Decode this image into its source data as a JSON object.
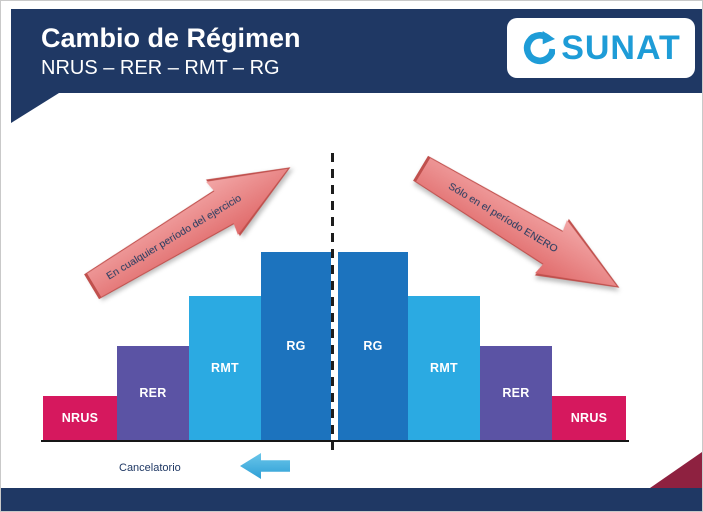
{
  "header": {
    "title": "Cambio de Régimen",
    "subtitle": "NRUS – RER – RMT – RG",
    "logo_text": "SUNAT"
  },
  "diagram": {
    "left_arrow_label": "En cualquier período del ejercicio",
    "right_arrow_label": "Sólo en el período ENERO",
    "bars_left": [
      {
        "label": "NRUS",
        "color": "#D6185E"
      },
      {
        "label": "RER",
        "color": "#5B53A4"
      },
      {
        "label": "RMT",
        "color": "#2BAAE2"
      },
      {
        "label": "RG",
        "color": "#1C73BE"
      }
    ],
    "bars_right": [
      {
        "label": "RG",
        "color": "#1C73BE"
      },
      {
        "label": "RMT",
        "color": "#2BAAE2"
      },
      {
        "label": "RER",
        "color": "#5B53A4"
      },
      {
        "label": "NRUS",
        "color": "#D6185E"
      }
    ],
    "footer_note": "Cancelatorio"
  },
  "colors": {
    "navy": "#1F3864",
    "nrus": "#D6185E",
    "rer": "#5B53A4",
    "rmt": "#2BAAE2",
    "rg": "#1C73BE",
    "logo": "#1E9CD7",
    "maroon": "#8E2140",
    "arrow-light": "#F2A6A6",
    "arrow-dark": "#E06A6A",
    "arrow-stroke": "#C0504D",
    "blue-arrow": "#2E9FD6",
    "blue-arrow-light": "#6AC6EA"
  }
}
